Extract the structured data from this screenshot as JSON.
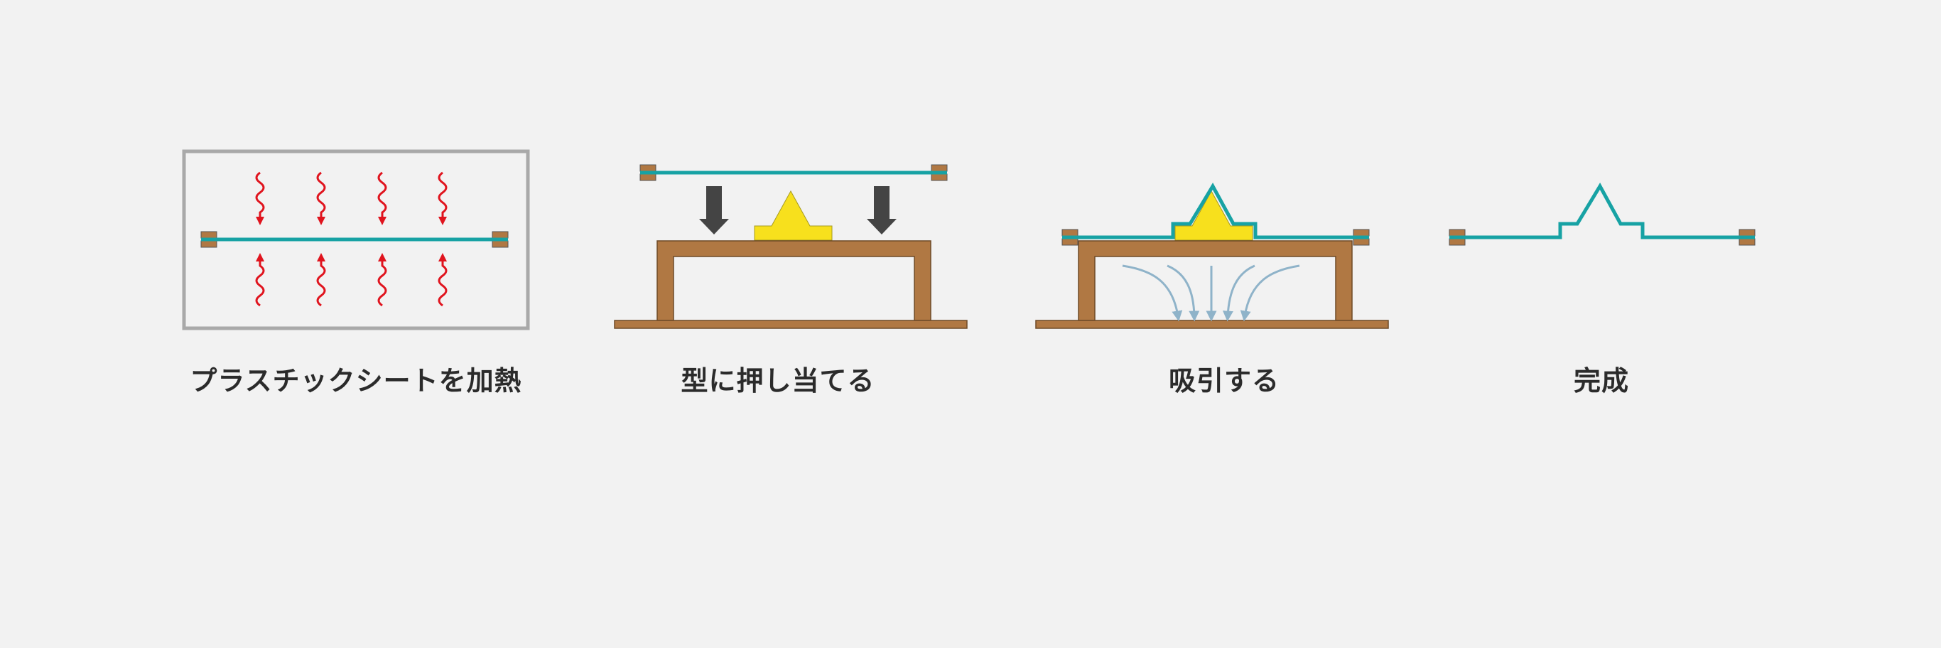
{
  "steps": [
    {
      "caption": "プラスチックシートを加熱"
    },
    {
      "caption": "型に押し当てる"
    },
    {
      "caption": "吸引する"
    },
    {
      "caption": "完成"
    }
  ],
  "colors": {
    "background": "#f2f2f2",
    "sheet": "#17a2a4",
    "mold_base": "#b07843",
    "mold_shape": "#f7e01d",
    "heat_arrow": "#e0141e",
    "press_arrow": "#444444",
    "suction_arrow": "#8fb3c9",
    "oven_frame": "#a9a9a9"
  },
  "icons": [
    "heat-wave-arrow",
    "press-down-arrow",
    "suction-arrow",
    "sheet-clamp"
  ]
}
